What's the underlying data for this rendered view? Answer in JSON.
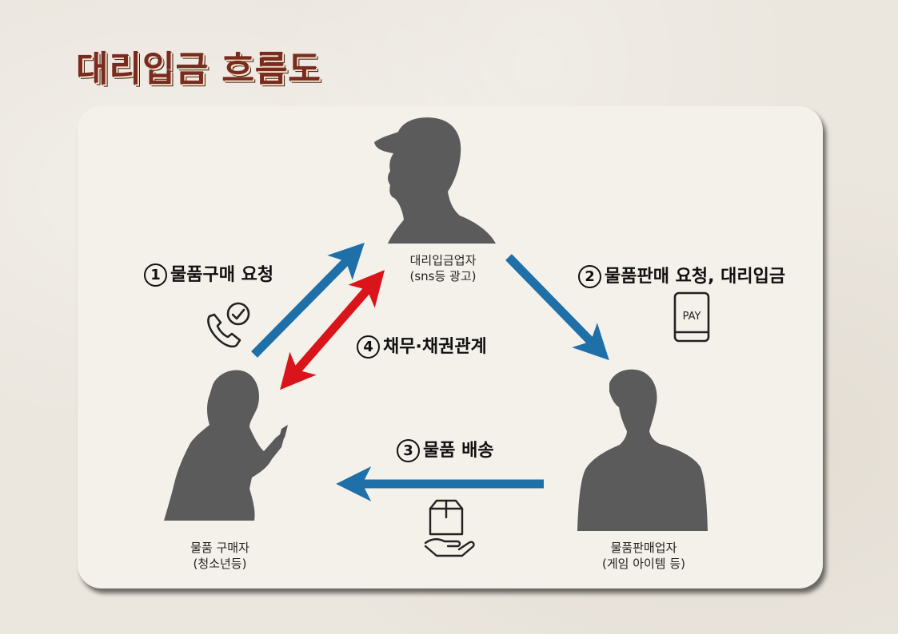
{
  "title": "대리입금 흐름도",
  "actors": {
    "agent": {
      "name": "대리입금업자",
      "sub": "(sns등 광고)"
    },
    "buyer": {
      "name": "물품 구매자",
      "sub": "(청소년등)"
    },
    "seller": {
      "name": "물품판매업자",
      "sub": "(게임 아이템 등)"
    }
  },
  "steps": {
    "s1": {
      "num": "1",
      "text": "물품구매 요청"
    },
    "s2": {
      "num": "2",
      "text": "물품판매 요청, 대리입금"
    },
    "s3": {
      "num": "3",
      "text": "물품 배송"
    },
    "s4": {
      "num": "4",
      "text": "채무·채권관계"
    }
  },
  "icons": {
    "phone_check": "phone-check-icon",
    "pay_phone": "pay-phone-icon",
    "pay_label": "PAY",
    "package_hand": "package-hand-icon"
  },
  "colors": {
    "title": "#7a2a1f",
    "blue_arrow": "#1f6fa8",
    "red_arrow": "#d9141b",
    "silhouette": "#5b5b5b"
  }
}
